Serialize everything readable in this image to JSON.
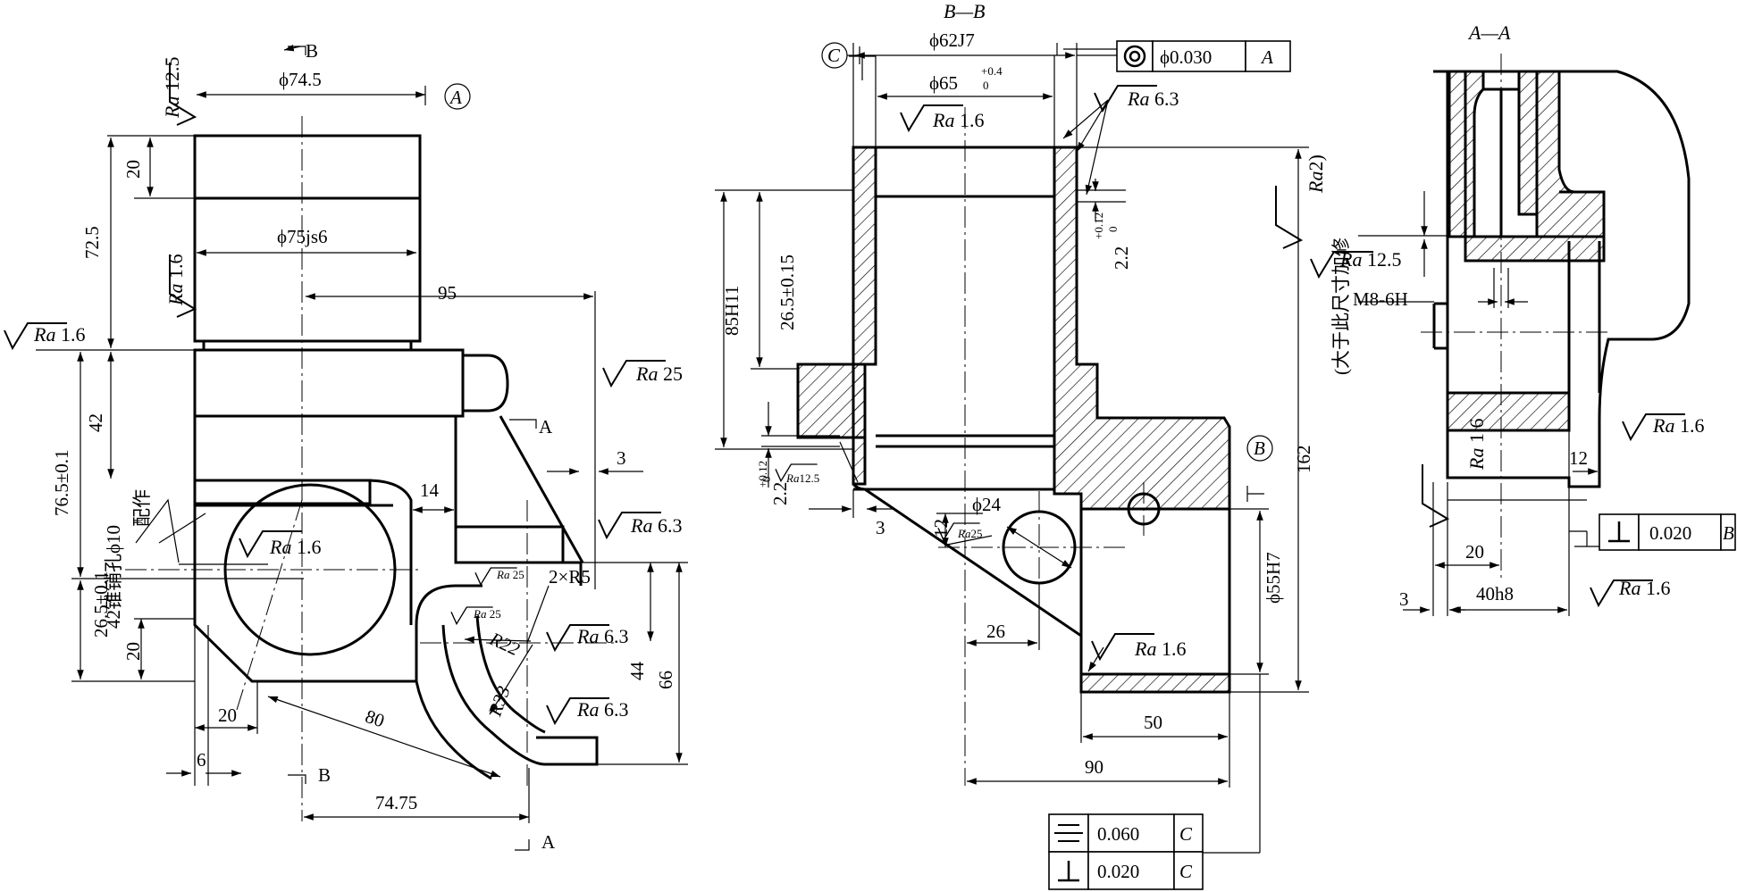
{
  "views": {
    "bb_title": "B—B",
    "aa_title": "A—A",
    "section_marks": {
      "a": "A",
      "b": "B",
      "c": "C"
    }
  },
  "roughness": {
    "prefix": "Ra",
    "v12_5": "12.5",
    "v1_6": "1.6",
    "v25": "25",
    "v6_3": "6.3",
    "v2": "2"
  },
  "left_view": {
    "d_phi74_5": "ϕ74.5",
    "d_phi75js6": "ϕ75js6",
    "d_20_top": "20",
    "d_72_5": "72.5",
    "d_95": "95",
    "d_42": "42",
    "d_76_5": "76.5±0.1",
    "d_42_pin": "42锥销孔ϕ10",
    "d_pin_note": "配作",
    "d_14": "14",
    "d_3": "3",
    "d_2xR5": "2×R5",
    "d_R22": "R22",
    "d_R33": "R33",
    "d_44": "44",
    "d_66": "66",
    "d_26_5": "26.5±0.1",
    "d_20_low": "20",
    "d_20_bot": "20",
    "d_6": "6",
    "d_80": "80",
    "d_74_75": "74.75",
    "datum_a": "A"
  },
  "bb_view": {
    "d_phi62": "ϕ62J7",
    "d_phi65": "ϕ65",
    "d_phi65_up": "+0.4",
    "d_phi65_lo": "0",
    "d_85": "85H11",
    "d_26_5": "26.5±0.15",
    "d_2_2_top": "2.2",
    "d_2_2_top_up": "+0.12",
    "d_2_2_top_lo": "0",
    "d_2_2_bot": "2.2",
    "d_2_2_bot_up": "+0.12",
    "d_2_2_bot_lo": "0",
    "d_3": "3",
    "d_12": "12",
    "d_26": "26",
    "d_phi24": "ϕ24",
    "d_phi55": "ϕ55H7",
    "d_162": "162",
    "d_50": "50",
    "d_90": "90",
    "note_oversize": "(大于此尺寸加修",
    "note_close": ")",
    "datum_b": "B",
    "datum_c": "C"
  },
  "aa_view": {
    "d_m8": "M8-6H",
    "d_12": "12",
    "d_20": "20",
    "d_3": "3",
    "d_40h8": "40h8"
  },
  "tolerances": {
    "concentricity": {
      "value": "ϕ0.030",
      "datum": "A"
    },
    "symmetry": {
      "value": "0.060",
      "datum": "C"
    },
    "perp_bb": {
      "value": "0.020",
      "datum": "C"
    },
    "perp_aa": {
      "value": "0.020",
      "datum": "B"
    }
  }
}
